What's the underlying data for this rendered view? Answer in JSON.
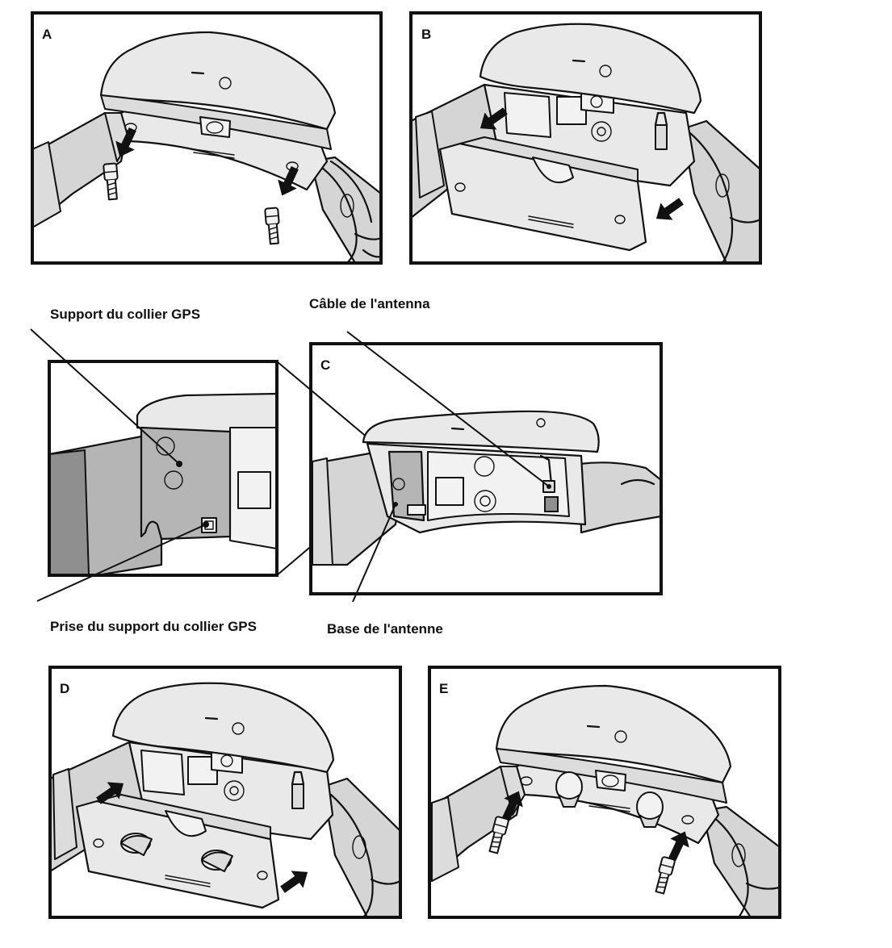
{
  "panels": {
    "a": {
      "letter": "A"
    },
    "b": {
      "letter": "B"
    },
    "c": {
      "letter": "C"
    },
    "d": {
      "letter": "D"
    },
    "e": {
      "letter": "E"
    }
  },
  "callouts": {
    "gps_collar_mount": "Support du collier GPS",
    "antenna_cable": "Câble de l'antenna",
    "gps_mount_socket": "Prise du support du collier GPS",
    "antenna_base": "Base de l'antenne"
  }
}
